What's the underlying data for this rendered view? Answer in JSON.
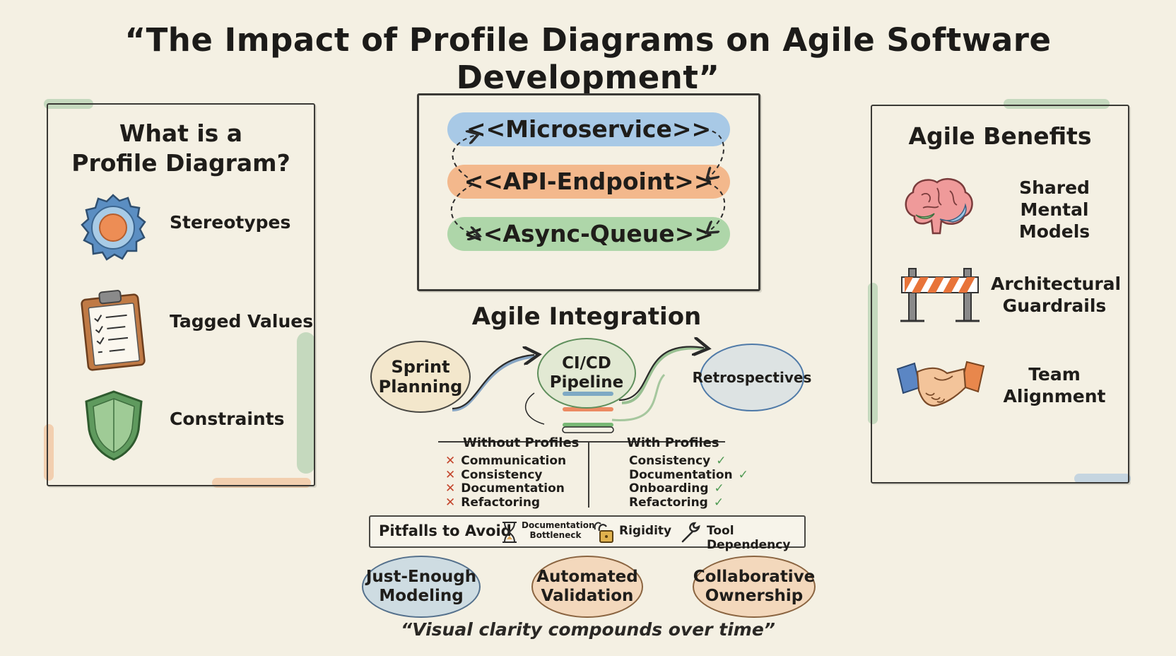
{
  "title": "“The Impact of Profile Diagrams on Agile Software Development”",
  "left_panel": {
    "heading_line1": "What is a",
    "heading_line2": "Profile Diagram?",
    "items": [
      {
        "label": "Stereotypes",
        "icon": "gear-icon"
      },
      {
        "label": "Tagged Values",
        "icon": "clipboard-icon"
      },
      {
        "label": "Constraints",
        "icon": "shield-icon"
      }
    ]
  },
  "stereotype_panel": {
    "items": [
      {
        "label": "<<Microservice>>",
        "color": "#8fb8de"
      },
      {
        "label": "<<API-Endpoint>>",
        "color": "#f1a877"
      },
      {
        "label": "<<Async-Queue>>",
        "color": "#9fcf9c"
      }
    ]
  },
  "agile_integration": {
    "heading": "Agile Integration",
    "steps": [
      {
        "label_line1": "Sprint",
        "label_line2": "Planning"
      },
      {
        "label_line1": "CI/CD",
        "label_line2": "Pipeline"
      },
      {
        "label_line1": "Retrospectives",
        "label_line2": ""
      }
    ]
  },
  "comparison": {
    "without_header": "Without Profiles",
    "with_header": "With Profiles",
    "without_items": [
      "Communication",
      "Consistency",
      "Documentation",
      "Refactoring"
    ],
    "with_items": [
      "Consistency",
      "Documentation",
      "Onboarding",
      "Refactoring"
    ]
  },
  "pitfalls": {
    "label": "Pitfalls to Avoid",
    "items": [
      {
        "label_line1": "Documentation",
        "label_line2": "Bottleneck",
        "icon": "hourglass-icon"
      },
      {
        "label_line1": "Rigidity",
        "label_line2": "",
        "icon": "padlock-icon"
      },
      {
        "label_line1": "Tool Dependency",
        "label_line2": "",
        "icon": "wrench-icon"
      }
    ]
  },
  "practices": [
    {
      "label_line1": "Just-Enough",
      "label_line2": "Modeling",
      "color": "#8fb8de"
    },
    {
      "label_line1": "Automated",
      "label_line2": "Validation",
      "color": "#f1b585"
    },
    {
      "label_line1": "Collaborative",
      "label_line2": "Ownership",
      "color": "#f1b585"
    }
  ],
  "right_panel": {
    "heading": "Agile Benefits",
    "items": [
      {
        "label_line1": "Shared Mental",
        "label_line2": "Models",
        "icon": "brain-icon"
      },
      {
        "label_line1": "Architectural",
        "label_line2": "Guardrails",
        "icon": "barrier-icon"
      },
      {
        "label_line1": "Team",
        "label_line2": "Alignment",
        "icon": "handshake-icon"
      }
    ]
  },
  "quote": "“Visual clarity compounds over time”"
}
